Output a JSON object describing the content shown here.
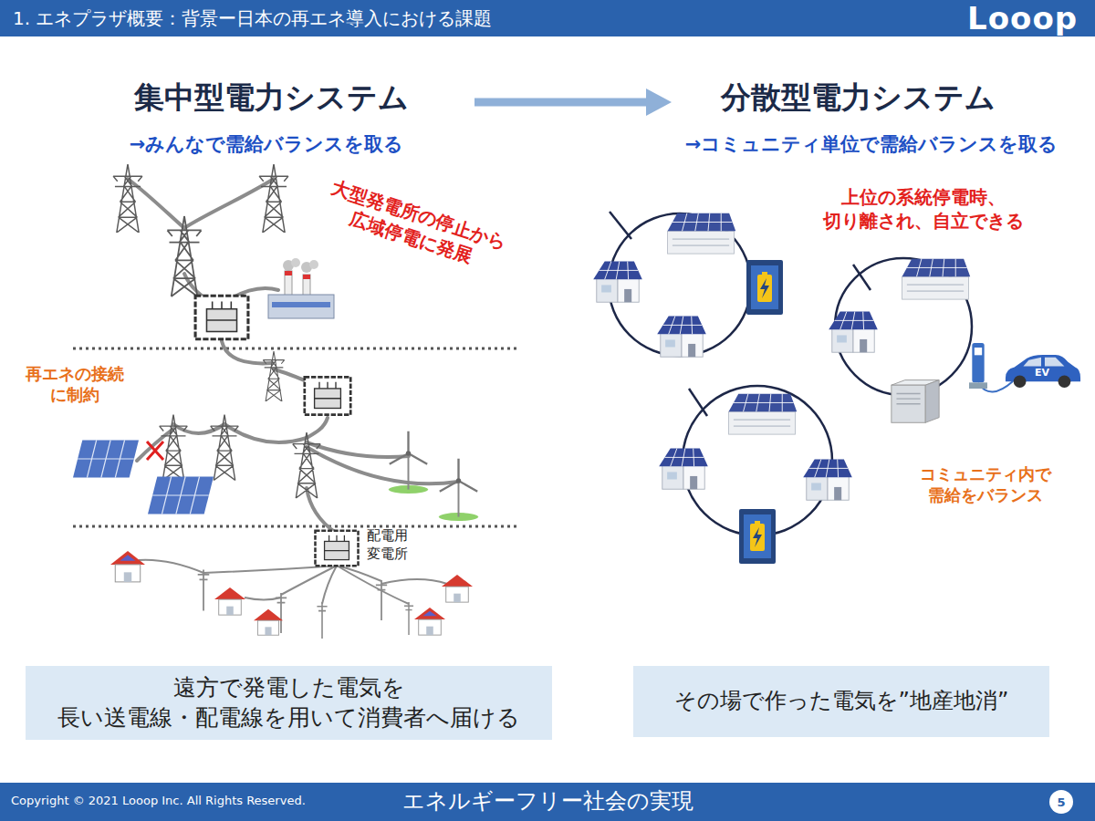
{
  "diagram": {
    "title": "1. エネプラザ概要：背景ー日本の再エネ導入における課題",
    "nodes": [
      {
        "text": [
          "遠方で発電した電気を 長い送電線・配電線を用いて消費者へ届ける"
        ]
      },
      {
        "text": [
          "その場で作った電気を”地産地消”"
        ]
      },
      {
        "text": [
          "Copyright © 2021 Looop Inc. All Rights Reserved.",
          "エネルギーフリー社会の実現"
        ]
      },
      {
        "text": [
          "5"
        ],
        "in": 2
      }
    ],
    "labels": [
      "Looop",
      "集中型電力システム",
      "→みんなで需給バランスを取る",
      "分散型電力システム",
      "→コミュニティ単位で需給バランスを取る",
      "大型発電所の停止から 広域停電に発展",
      "再エネの接続 に制約",
      "配電用 変電所",
      "上位の系統停電時、 切り離され、自立できる",
      "コミュニティ内で 需給をバランス",
      "EV"
    ]
  }
}
